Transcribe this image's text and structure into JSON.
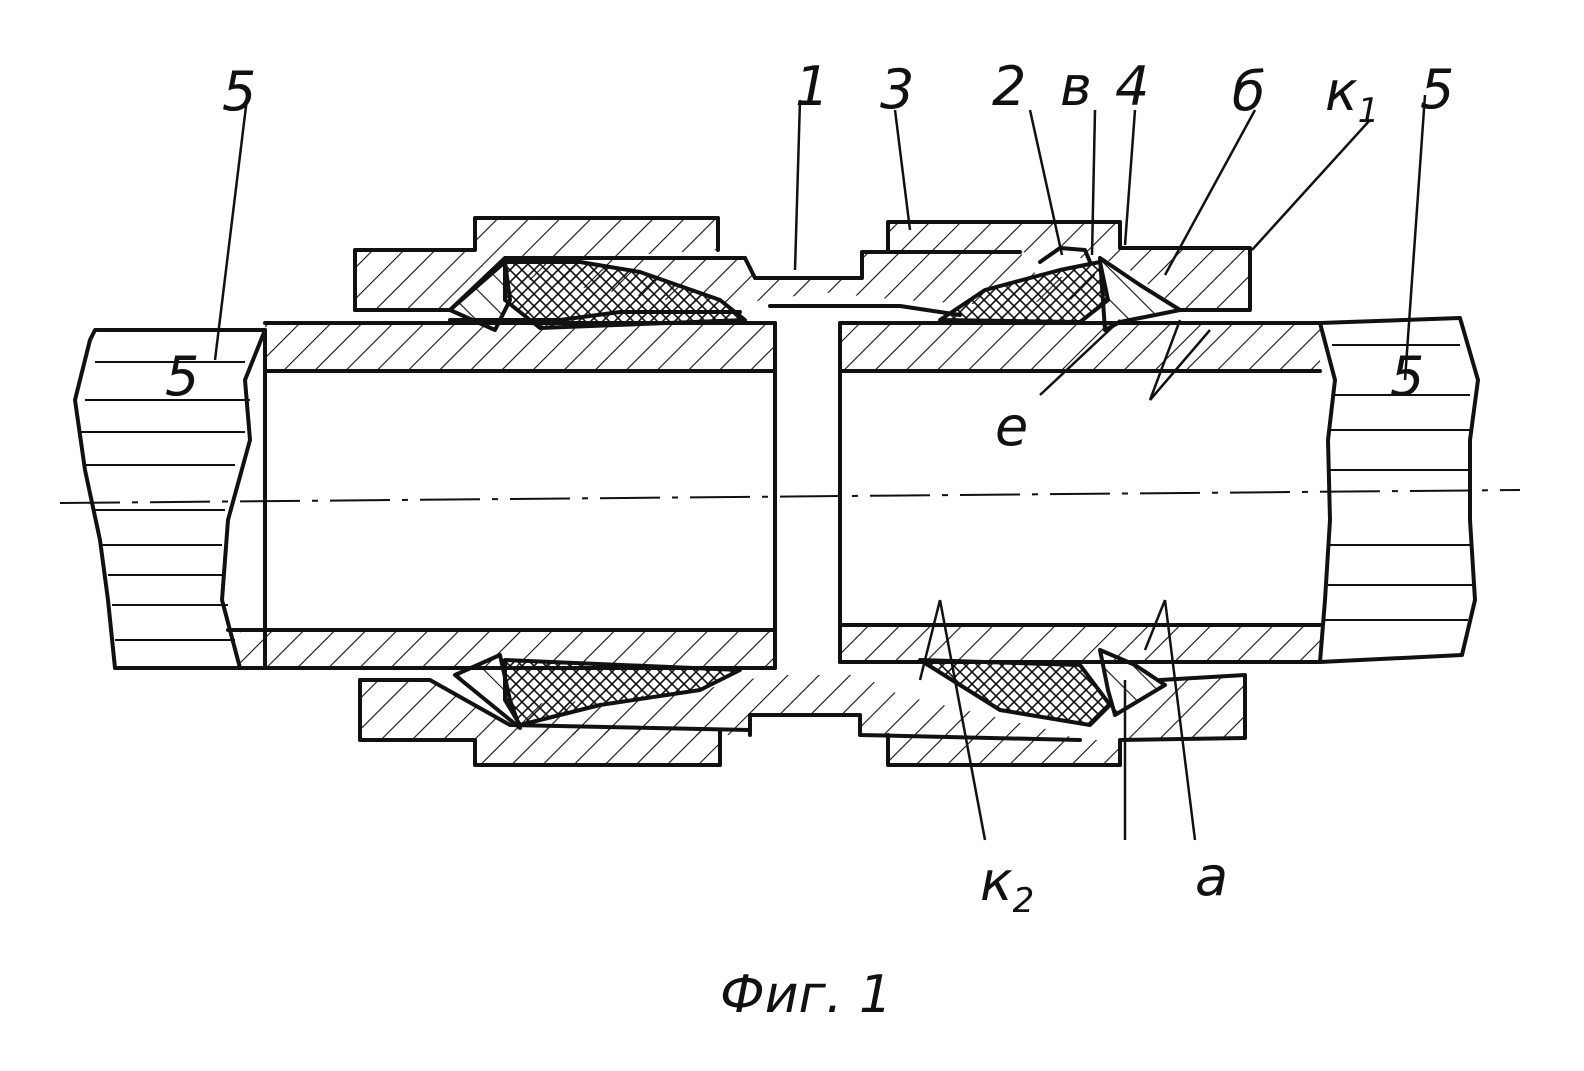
{
  "figure": {
    "caption": "Фиг. 1",
    "labels": {
      "pipe_left": "5",
      "pipe_right": "5",
      "body": "1",
      "nut": "3",
      "ring": "2",
      "v": "в",
      "seal": "4",
      "b": "б",
      "k1_letter": "к",
      "k1_index": "1",
      "e": "е",
      "k2_letter": "к",
      "k2_index": "2",
      "a": "а"
    }
  }
}
